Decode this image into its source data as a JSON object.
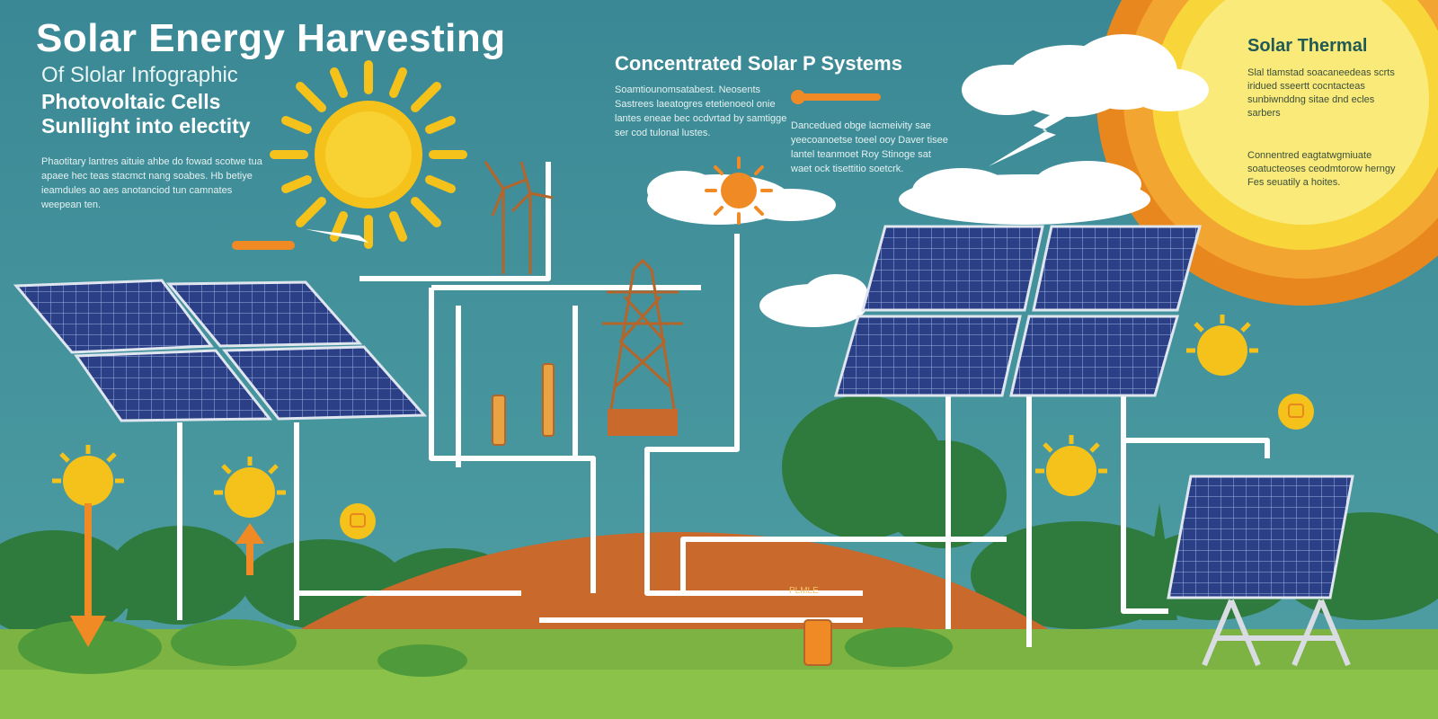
{
  "title": "Solar Energy Harvesting",
  "subtitle": "Of Slolar Infographic",
  "pv": {
    "heading_line1": "Photovoltaic Cells",
    "heading_line2": "Sunllight into electity",
    "description": "Phaotitary lantres aituie ahbe do fowad scotwe tua apaee hec teas stacmct nang soabes. Hb betiye ieamdules ao aes anotanciod tun camnates weepean ten."
  },
  "csp": {
    "title": "Concentrated Solar P Systems",
    "description": "Soamtiounomsatabest. Neosents Sastrees laeatogres etetienoeol onie lantes eneae bec ocdvrtad by samtigge ser cod tulonal lustes.",
    "note": "Dancedued obge lacmeivity sae yeecoanoetse toeel ooy Daver tisee lantel teanmoet Roy Stinoge sat waet ock tisettitio soetcrk."
  },
  "solar_thermal": {
    "title": "Solar Thermal",
    "description": "Slal tlamstad soacaneedeas scrts iridued sseertt cocntacteas sunbiwnddng sitae dnd ecles sarbers",
    "note": "Connentred eagtatwgmiuate soatucteoses ceodmtorow herngy Fes seuatily a hoites."
  },
  "ground_label": "PLMLE",
  "icons": {
    "sun": "sun-icon",
    "cloud": "cloud-icon",
    "solar_panel": "solar-panel-icon",
    "wind_turbine": "wind-turbine-icon",
    "transmission_tower": "transmission-tower-icon",
    "plug": "plug-icon",
    "battery": "battery-icon",
    "lightning": "lightning-icon",
    "arrow_down": "arrow-down-icon"
  },
  "colors": {
    "sky": "#3f8e98",
    "sun": "#f5c21b",
    "sun_outer": "#e8871e",
    "panel": "#2a3f86",
    "hill": "#c9692c",
    "grass": "#8bc34a",
    "tree": "#2f7a3d",
    "pipe": "#ffffff",
    "accent_orange": "#f08a24"
  }
}
